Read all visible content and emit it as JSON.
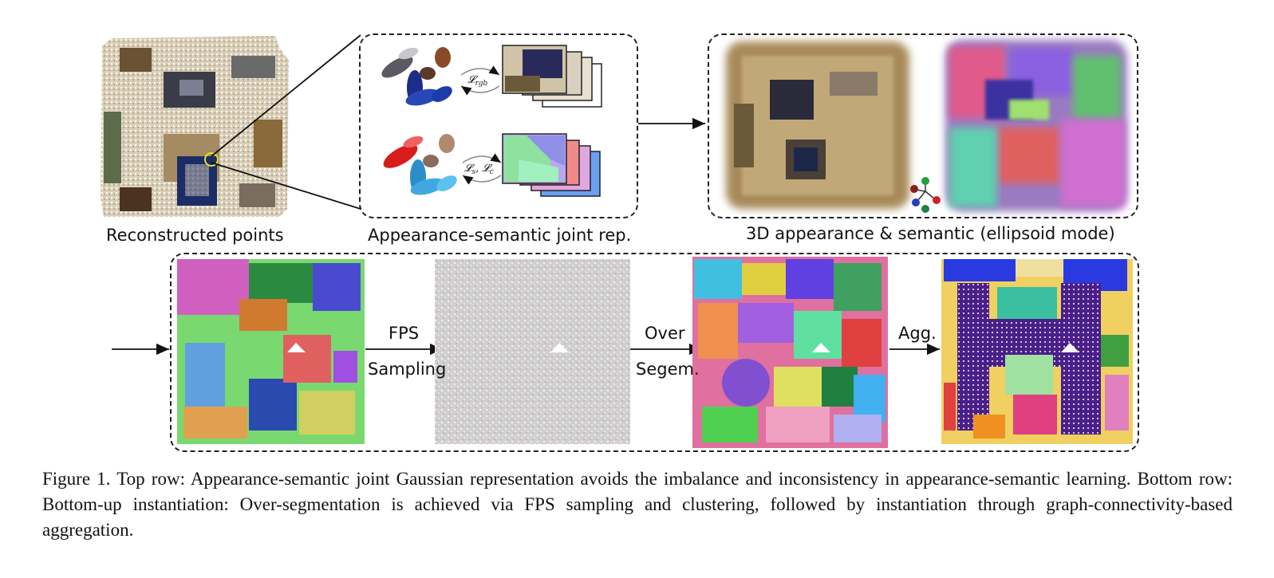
{
  "top_row": {
    "reconstructed_label": "Reconstructed points",
    "joint_rep_label": "Appearance-semantic joint rep.",
    "result_label": "3D appearance & semantic (ellipsoid mode)",
    "loss_rgb": "𝓛rgb",
    "loss_sc": "𝓛s, 𝓛c"
  },
  "bottom_row": {
    "fps_line1": "FPS",
    "fps_line2": "Sampling",
    "over_line1": "Over",
    "over_line2": "Segem.",
    "agg_label": "Agg."
  },
  "caption": "Figure 1. Top row: Appearance-semantic joint Gaussian representation avoids the imbalance and inconsistency in appearance-semantic learning. Bottom row: Bottom-up instantiation: Over-segmentation is achieved via FPS sampling and clustering, followed by instantiation through graph-connectivity-based aggregation.",
  "colors": {
    "appearance_ellipsoids": [
      "#5a5a60",
      "#8a4a2a",
      "#1f3c9a",
      "#2b4fc0"
    ],
    "semantic_ellipsoids": [
      "#e02020",
      "#b08a70",
      "#3aa0dc",
      "#58c0f0"
    ],
    "point_gray": "#c8c8c8",
    "instance_purple": "#4a1f8a"
  }
}
